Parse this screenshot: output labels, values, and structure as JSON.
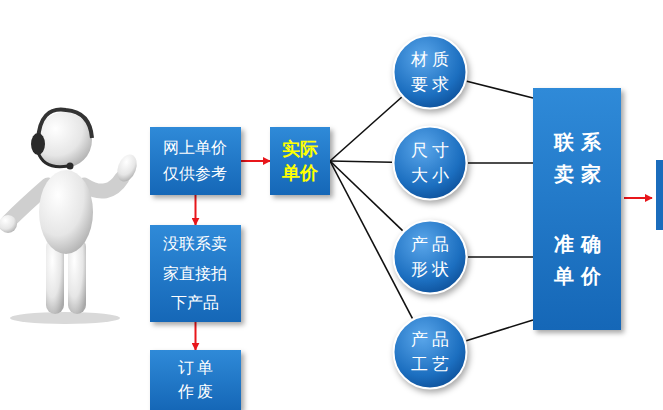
{
  "diagram": {
    "nodes": [
      {
        "text": [
          "网上单价 仅供参考"
        ]
      },
      {
        "text": [
          "实际 单价"
        ]
      },
      {
        "text": [
          "材质 要求"
        ]
      },
      {
        "text": [
          "尺寸 大小"
        ]
      },
      {
        "text": [
          "产品 形状"
        ]
      },
      {
        "text": [
          "产品 工艺"
        ]
      },
      {
        "text": [
          "联系 卖家",
          "准确 单价"
        ]
      },
      {
        "text": [
          "没联系卖 家直接拍 下产品"
        ]
      },
      {
        "text": [
          "订单 作废"
        ]
      }
    ],
    "edges": [
      {
        "from": 0,
        "to": 1,
        "arrow": "to"
      },
      {
        "from": 0,
        "to": 7,
        "arrow": "to"
      },
      {
        "from": 7,
        "to": 8,
        "arrow": "to"
      },
      {
        "from": 1,
        "to": 2,
        "arrow": "none"
      },
      {
        "from": 1,
        "to": 3,
        "arrow": "none"
      },
      {
        "from": 1,
        "to": 4,
        "arrow": "none"
      },
      {
        "from": 1,
        "to": 5,
        "arrow": "none"
      },
      {
        "from": 2,
        "to": 6,
        "arrow": "none"
      },
      {
        "from": 3,
        "to": 6,
        "arrow": "none"
      },
      {
        "from": 4,
        "to": 6,
        "arrow": "none"
      },
      {
        "from": 5,
        "to": 6,
        "arrow": "none"
      }
    ]
  }
}
